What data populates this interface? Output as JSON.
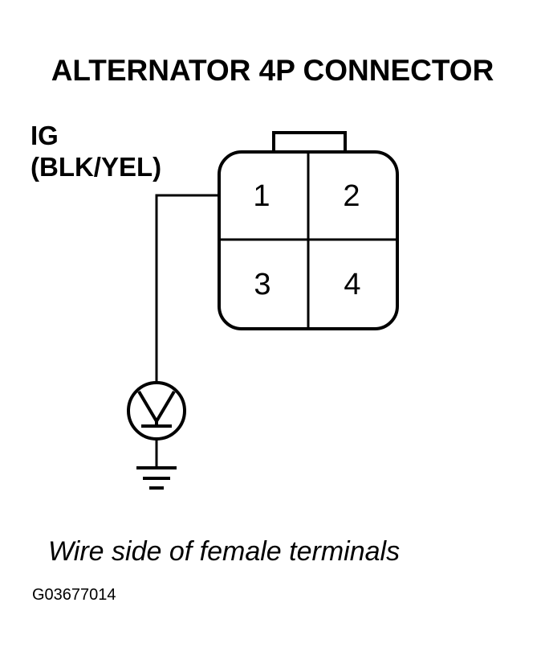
{
  "title": "ALTERNATOR 4P CONNECTOR",
  "wire": {
    "circuit": "IG",
    "color": "(BLK/YEL)"
  },
  "connector": {
    "pins": [
      "1",
      "2",
      "3",
      "4"
    ]
  },
  "meter": {
    "symbol": "voltmeter-icon"
  },
  "ground": {
    "symbol": "ground-icon"
  },
  "caption": "Wire side of female terminals",
  "figure_id": "G03677014"
}
